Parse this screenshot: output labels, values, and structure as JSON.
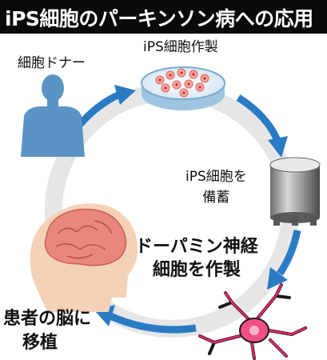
{
  "title": "iPS細胞のパーキンソン病への応用",
  "steps": {
    "donor": "細胞ドナー",
    "manufacture": "iPS細胞作製",
    "storage": [
      "iPS細胞を",
      "備蓄"
    ],
    "dopamine": [
      "ドーパミン神経",
      "細胞を作製"
    ],
    "transplant": [
      "患者の脳に",
      "移植"
    ]
  },
  "colors": {
    "title_bg": "#0a0a0a",
    "ring": "#e6e6e6",
    "arrow": "#2a7bc4",
    "person": "#5b93c4",
    "brain": "#e8877c",
    "head": "#f3d2b8",
    "neuron": "#e8246c"
  },
  "icons": [
    "person-silhouette",
    "petri-dish",
    "storage-tank",
    "neuron",
    "brain-head"
  ]
}
